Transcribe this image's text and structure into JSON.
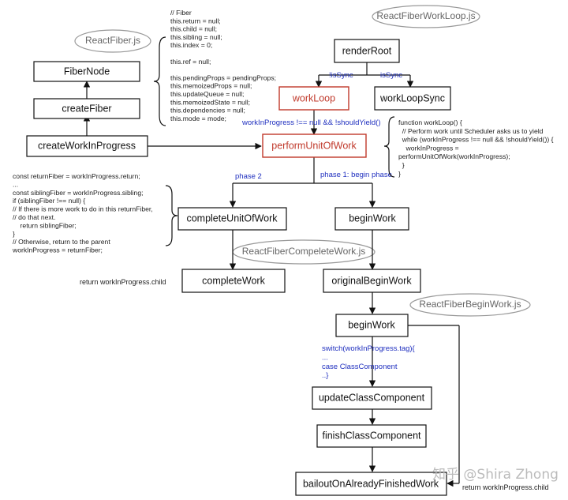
{
  "clouds": {
    "fiber": "ReactFiber.js",
    "workloop": "ReactFiberWorkLoop.js",
    "complete": "ReactFiberCompeleteWork.js",
    "begin": "ReactFiberBeginWork.js"
  },
  "nodes": {
    "fibernode": "FiberNode",
    "createfiber": "createFiber",
    "createwip": "createWorkInProgress",
    "renderroot": "renderRoot",
    "workloop": "workLoop",
    "workloopsync": "workLoopSync",
    "performunit": "performUnitOfWork",
    "completeunit": "completeUnitOfWork",
    "beginwork": "beginWork",
    "completework": "completeWork",
    "originalbegin": "originalBeginWork",
    "beginwork2": "beginWork",
    "updateclass": "updateClassComponent",
    "finishclass": "finishClassComponent",
    "bailout": "bailoutOnAlreadyFinishedWork"
  },
  "labels": {
    "issync_neg": "!isSync",
    "issync": "isSync",
    "loop_cond": "workInProgress !== null && !shouldYield()",
    "phase2": "phase 2",
    "phase1": "phase 1: begin phase",
    "return_child_left": "return workInProgress.child",
    "return_child_right": "return workInProgress.child",
    "switch_lines": [
      "switch(workInProgress.tag){",
      "...",
      "case ClassComponent",
      "..}"
    ]
  },
  "code": {
    "fiber_props": [
      "// Fiber",
      "this.return = null;",
      "this.child = null;",
      "this.sibling = null;",
      "this.index = 0;",
      "",
      "this.ref = null;",
      "",
      "this.pendingProps = pendingProps;",
      "this.memoizedProps = null;",
      "this.updateQueue = null;",
      "this.memoizedState = null;",
      "this.dependencies = null;",
      "this.mode = mode;"
    ],
    "workloop_fn": [
      "function workLoop() {",
      "  // Perform work until Scheduler asks us to yield",
      "  while (workInProgress !== null && !shouldYield()) {",
      "    workInProgress =",
      "performUnitOfWork(workInProgress);",
      "  }",
      "}"
    ],
    "complete_fn": [
      "const returnFiber = workInProgress.return;",
      "...",
      "const siblingFiber = workInProgress.sibling;",
      "if (siblingFiber !== null) {",
      "// If there is more work to do in this returnFiber,",
      "// do that next.",
      "    return siblingFiber;",
      "}",
      "// Otherwise, return to the parent",
      "workInProgress = returnFiber;"
    ]
  },
  "watermark": "知乎 @Shira Zhong"
}
